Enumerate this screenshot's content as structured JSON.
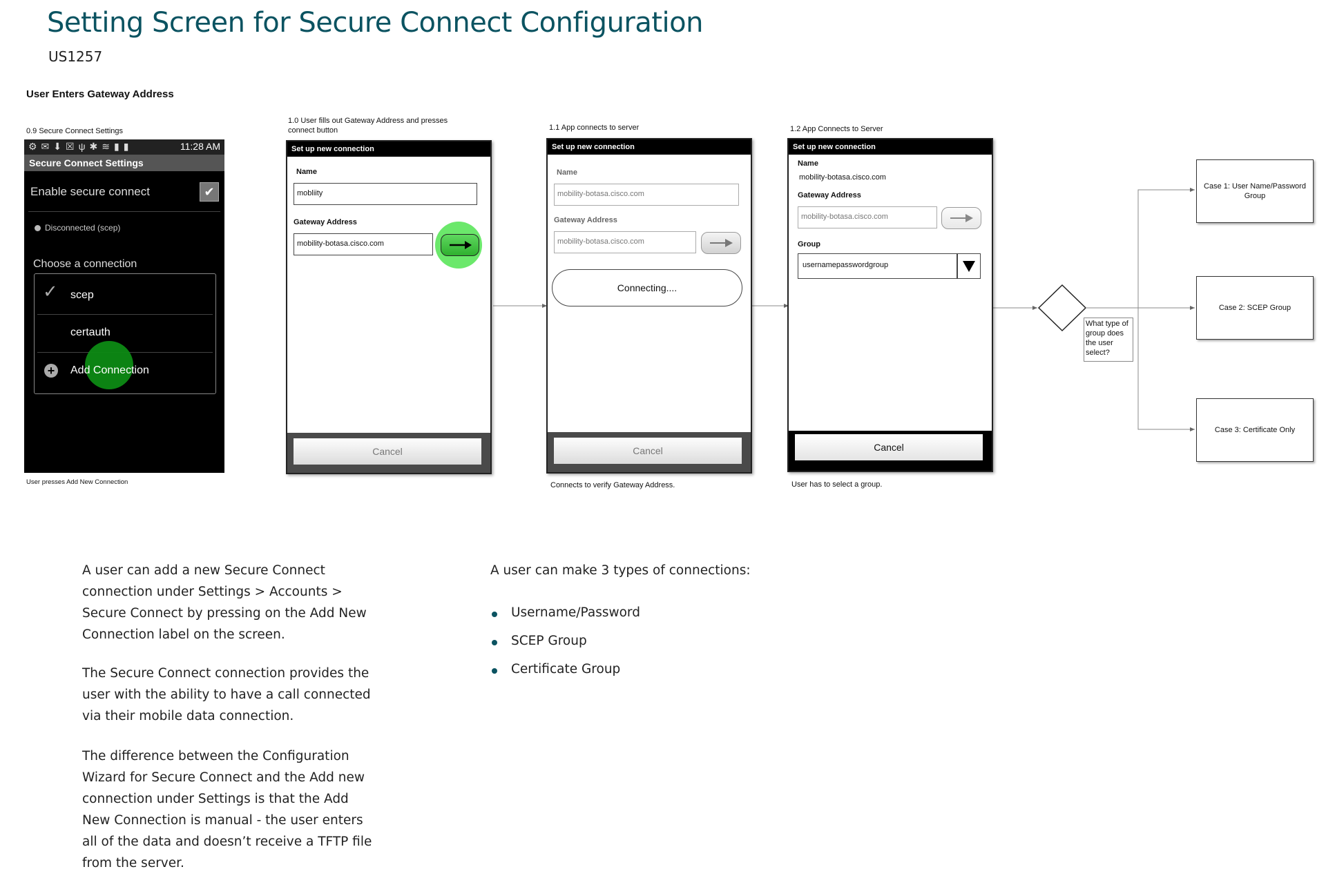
{
  "header": {
    "title": "Setting Screen for Secure Connect Configuration",
    "subtitle": "US1257",
    "section": "User Enters Gateway Address"
  },
  "android": {
    "caption": "0.9 Secure Connect Settings",
    "status_time": "11:28 AM",
    "status_icons": "⚙✉⬇☒ψ✱≋▮▮",
    "title": "Secure Connect Settings",
    "enable_label": "Enable secure connect",
    "status_text": "Disconnected (scep)",
    "choose_label": "Choose a connection",
    "items": [
      "scep",
      "certauth",
      "Add Connection"
    ],
    "footer": "User presses Add New Connection"
  },
  "screen1": {
    "caption": "1.0 User fills out Gateway Address and presses connect button",
    "header": "Set up new connection",
    "name_label": "Name",
    "name_value": "mobliity",
    "gateway_label": "Gateway Address",
    "gateway_value": "mobility-botasa.cisco.com",
    "cancel": "Cancel"
  },
  "screen2": {
    "caption": "1.1 App connects to server",
    "header": "Set up new connection",
    "name_label": "Name",
    "name_value": "mobility-botasa.cisco.com",
    "gateway_label": "Gateway Address",
    "gateway_value": "mobility-botasa.cisco.com",
    "connecting": "Connecting....",
    "cancel": "Cancel",
    "footer": "Connects to verify Gateway Address."
  },
  "screen3": {
    "caption": "1.2 App Connects to Server",
    "header": "Set up new connection",
    "name_label": "Name",
    "name_value": "mobility-botasa.cisco.com",
    "gateway_label": "Gateway Address",
    "gateway_value": "mobility-botasa.cisco.com",
    "group_label": "Group",
    "group_value": "usernamepasswordgroup",
    "cancel": "Cancel",
    "footer": "User has to select a group."
  },
  "decision": {
    "question": "What type of group does the user select?"
  },
  "cases": [
    "Case 1: User Name/Password Group",
    "Case 2: SCEP Group",
    "Case 3: Certificate Only"
  ],
  "notes": {
    "para1": "A user can add a new Secure Connect connection under  Settings > Accounts > Secure Connect by pressing on the Add New Connection label on the screen.",
    "para2": "The Secure Connect connection provides the user with the ability to have a call connected via their mobile data connection.",
    "para3": "The difference between the Configuration Wizard for Secure Connect and the Add new connection under Settings is that the Add New Connection is manual - the user enters all of the data and doesn’t receive a TFTP file from the server.",
    "types_intro": "A user can make 3 types of connections:",
    "types": [
      "Username/Password",
      "SCEP Group",
      "Certificate Group"
    ]
  },
  "colors": {
    "title": "#0b5361",
    "tap_light": "#6be86b",
    "tap_dark": "#0d8a14"
  }
}
